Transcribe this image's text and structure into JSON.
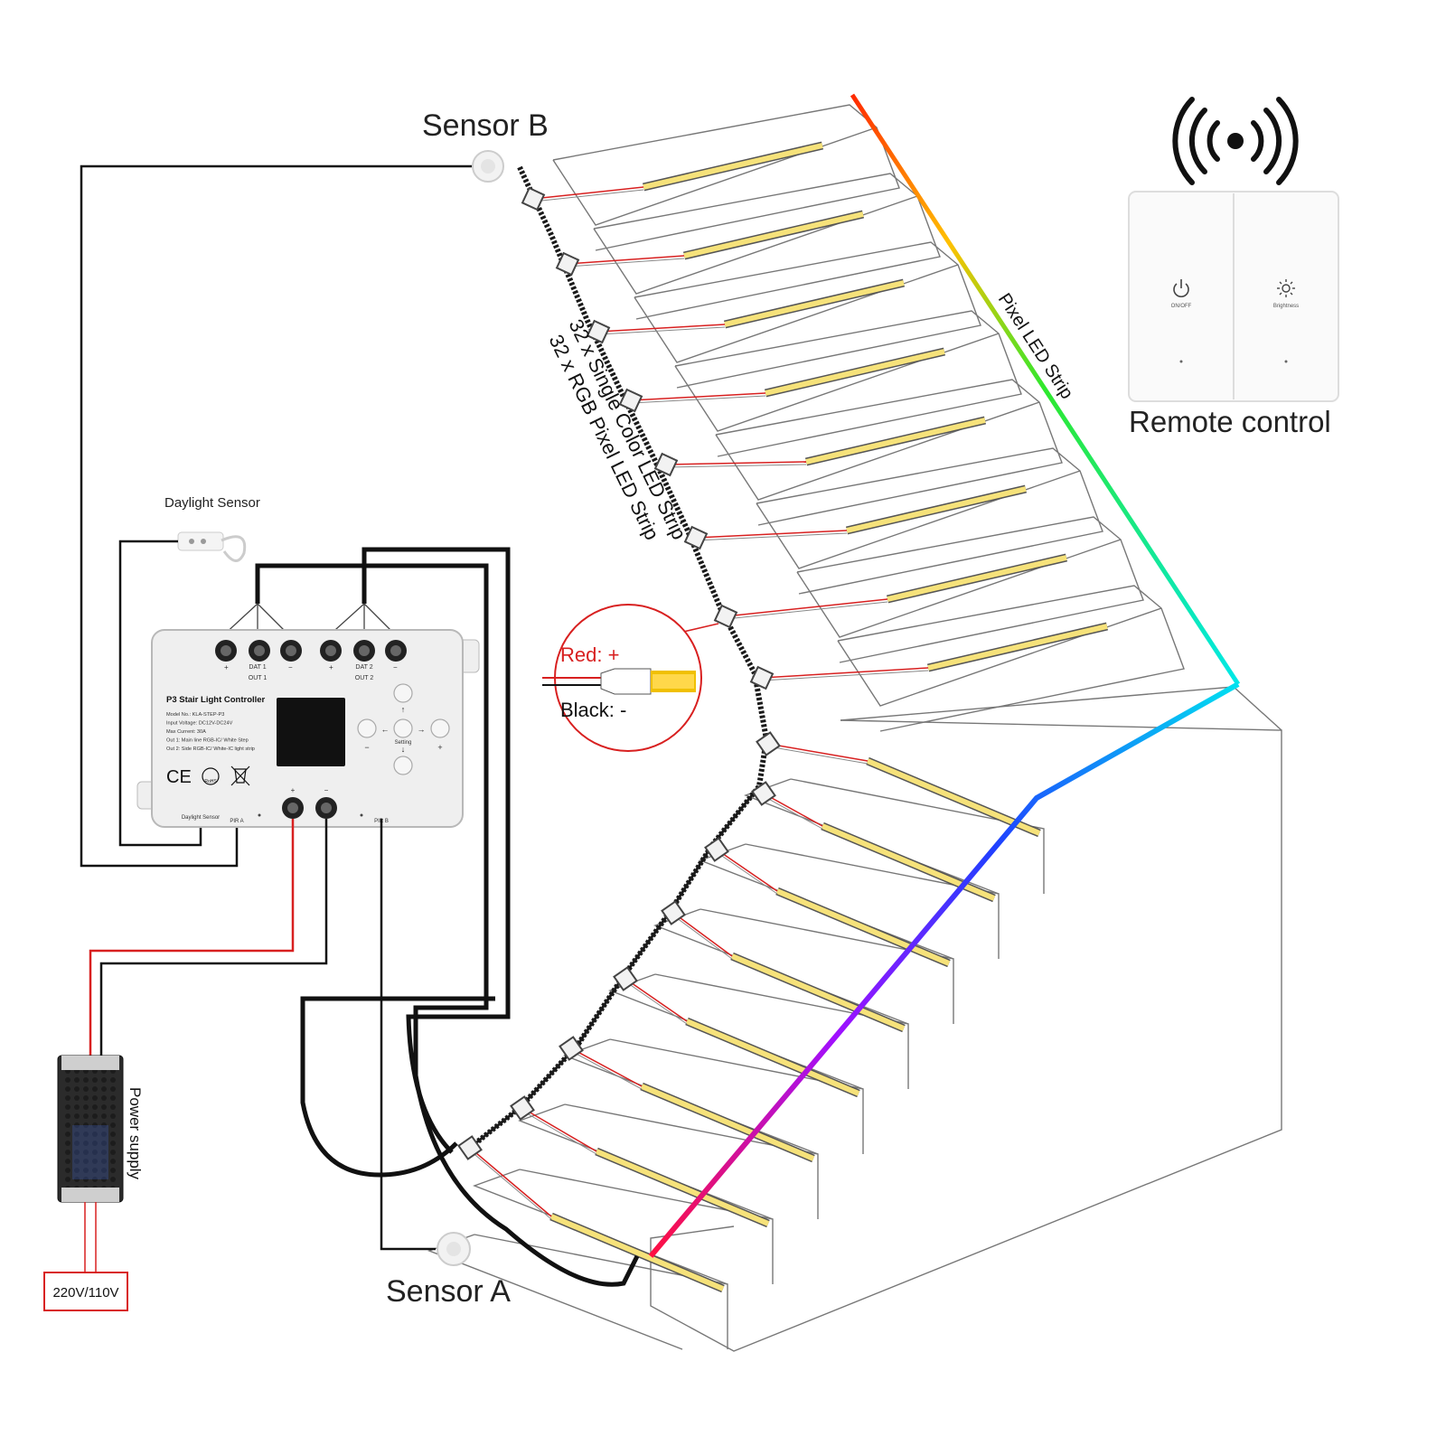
{
  "labels": {
    "sensor_b": "Sensor B",
    "sensor_a": "Sensor A",
    "daylight_sensor": "Daylight Sensor",
    "remote_control": "Remote control",
    "pixel_led_strip": "Pixel LED Strip",
    "strip_line1": "32 x Single Color LED Strip",
    "strip_line2": "32 x RGB Pixel LED Strip",
    "red_plus": "Red: +",
    "black_minus": "Black: -",
    "power_supply": "Power supply",
    "mains": "220V/110V"
  },
  "controller": {
    "title": "P3 Stair Light Controller",
    "spec_lines": [
      "Model No.: KLA-STEP-P3",
      "Input Voltage: DC12V-DC24V",
      "Max Current: 30A",
      "Out 1: Main line RGB-IC/ White Step",
      "Out 2: Side RGB-IC/ White-IC light strip"
    ],
    "dat1": "DAT 1",
    "out1": "OUT 1",
    "dat2": "DAT 2",
    "out2": "OUT 2",
    "plus": "+",
    "minus": "−",
    "setting": "Setting",
    "daylight_port": "Daylight Sensor",
    "pir_a": "PIR A",
    "pir_b": "PIR B",
    "ce_mark": "CE",
    "rohs_mark": "RoHS"
  },
  "remote": {
    "on_off": "ON/OFF",
    "brightness": "Brightness"
  },
  "colors": {
    "red_wire": "#e01e1e",
    "black_wire": "#111111",
    "led_yellow": "#f6e27a",
    "line_gray": "#555555"
  },
  "icons": {
    "wireless": "wireless-signal-icon",
    "power": "power-icon",
    "brightness": "sun-icon"
  }
}
